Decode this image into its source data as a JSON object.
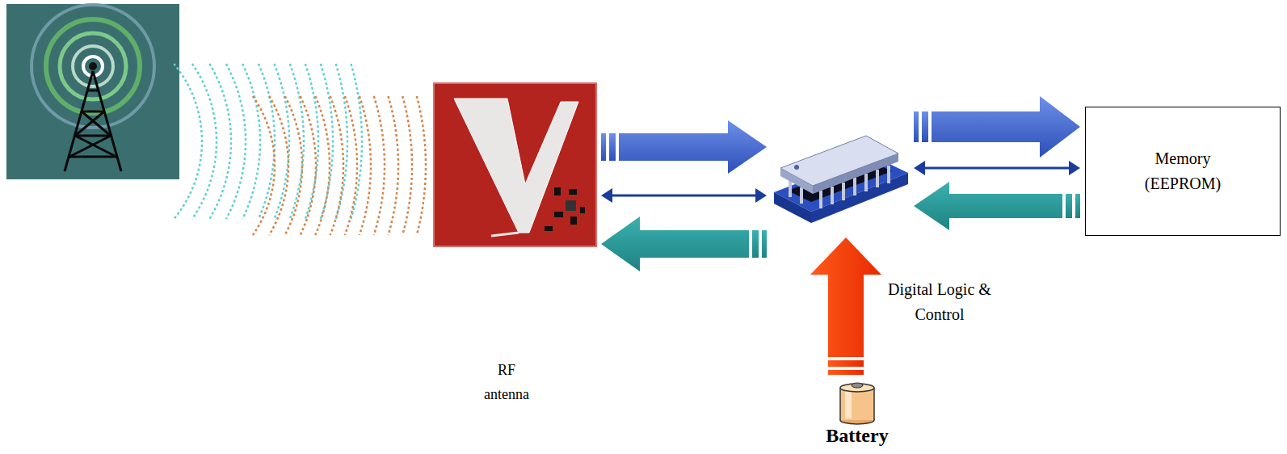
{
  "diagram": {
    "nodes": [
      {
        "text": [
          "RF antenna"
        ]
      },
      {
        "text": [
          "Digital Logic & Control"
        ]
      },
      {
        "text": [
          "Memory (EEPROM)"
        ]
      },
      {
        "text": [
          "Battery"
        ]
      }
    ],
    "edges": [
      {
        "from": 0,
        "to": 1,
        "arrow": "to"
      },
      {
        "from": 0,
        "to": 1,
        "arrow": "both"
      },
      {
        "from": 1,
        "to": 0,
        "arrow": "to"
      },
      {
        "from": 1,
        "to": 2,
        "arrow": "to"
      },
      {
        "from": 1,
        "to": 2,
        "arrow": "both"
      },
      {
        "from": 2,
        "to": 1,
        "arrow": "to"
      },
      {
        "from": 3,
        "to": 1,
        "arrow": "to"
      }
    ]
  }
}
